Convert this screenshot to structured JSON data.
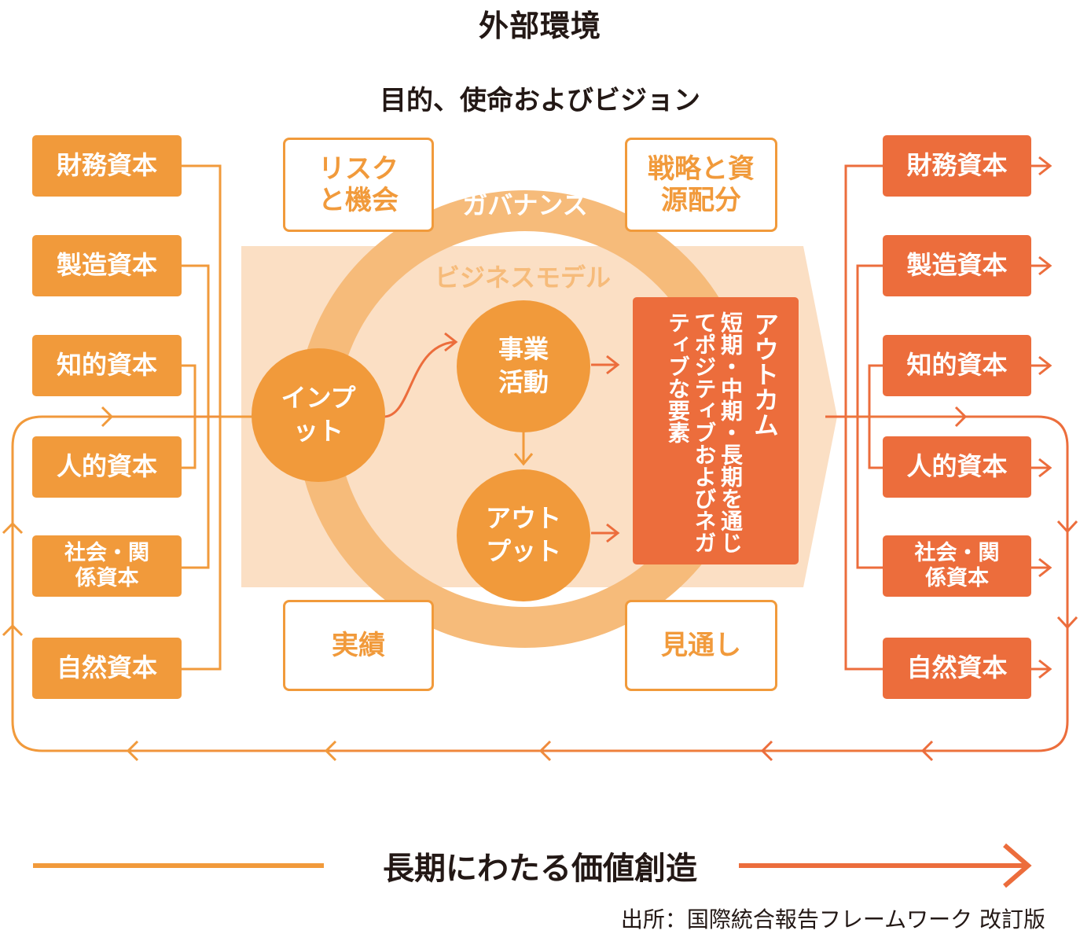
{
  "header": {
    "title": "外部環境",
    "subtitle": "目的、使命およびビジョン"
  },
  "left_capitals": [
    "財務資本",
    "製造資本",
    "知的資本",
    "人的資本",
    "社会・関係資本",
    "自然資本"
  ],
  "right_capitals": [
    "財務資本",
    "製造資本",
    "知的資本",
    "人的資本",
    "社会・関係資本",
    "自然資本"
  ],
  "center": {
    "risk_box": "リスクと機会",
    "strategy_box": "戦略と資源配分",
    "results_box": "実績",
    "outlook_box": "見通し",
    "governance_label": "ガバナンス",
    "business_model_label": "ビジネスモデル",
    "input_label": "インプット",
    "business_activity_label": "事業活動",
    "output_label": "アウトプット",
    "outcome_title": "アウトカム",
    "outcome_text": "短期・中期・長期を通じてポジティブおよびネガティブな要素"
  },
  "footer": {
    "label": "長期にわたる価値創造",
    "source": "出所：国際統合報告フレームワーク 改訂版"
  },
  "colors": {
    "left_orange": "#f19a3b",
    "right_orange": "#ec6d3c",
    "ring": "#f6bb7a",
    "business_model_band": "#fbdfc4"
  }
}
